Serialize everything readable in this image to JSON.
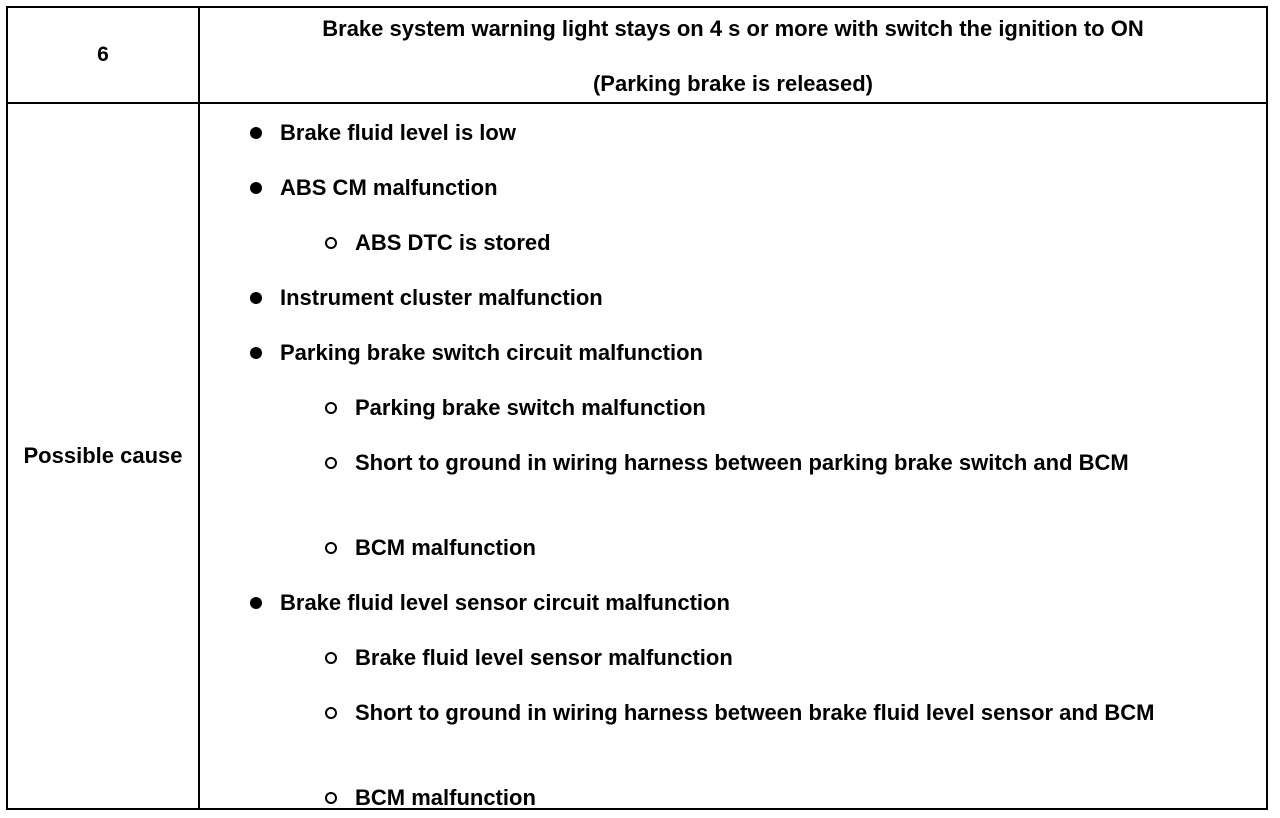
{
  "step": {
    "number": "6",
    "title_line1": "Brake system warning light stays on 4 s or more with switch the ignition to ON",
    "title_line2": "(Parking brake is released)"
  },
  "causes": {
    "label": "Possible cause",
    "items": [
      {
        "level": 1,
        "text": "Brake fluid level is low"
      },
      {
        "level": 1,
        "text": "ABS CM malfunction"
      },
      {
        "level": 2,
        "text": "ABS DTC is stored"
      },
      {
        "level": 1,
        "text": "Instrument cluster malfunction"
      },
      {
        "level": 1,
        "text": "Parking brake switch circuit malfunction"
      },
      {
        "level": 2,
        "text": "Parking brake switch malfunction"
      },
      {
        "level": 2,
        "text": "Short to ground in wiring harness between parking brake switch and BCM"
      },
      {
        "level": 2,
        "text": "BCM malfunction"
      },
      {
        "level": 1,
        "text": "Brake fluid level sensor circuit malfunction"
      },
      {
        "level": 2,
        "text": "Brake fluid level sensor malfunction"
      },
      {
        "level": 2,
        "text": "Short to ground in wiring harness between brake fluid level sensor and BCM"
      },
      {
        "level": 2,
        "text": "BCM malfunction"
      }
    ]
  }
}
